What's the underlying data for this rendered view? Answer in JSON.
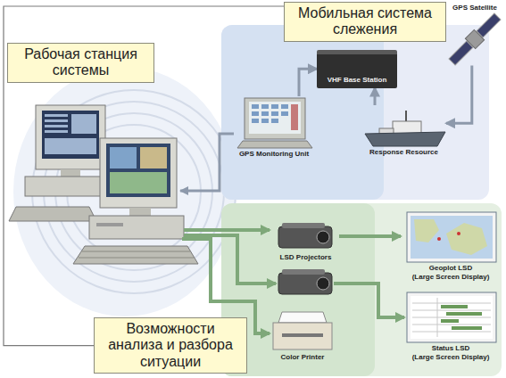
{
  "diagram": {
    "nodes": [
      {
        "text": [
          "Мобильная система слежения"
        ]
      },
      {
        "text": [
          "Рабочая станция системы"
        ]
      },
      {
        "text": [
          "VHF Base Station"
        ]
      },
      {
        "text": [
          "GPS Satellite"
        ]
      },
      {
        "text": [
          "GPS Monitoring Unit"
        ]
      },
      {
        "text": [
          "Response Resource"
        ]
      },
      {
        "text": [
          "LSD Projectors"
        ]
      },
      {
        "text": [
          "Geoplot LSD",
          "(Large Screen Display)"
        ]
      },
      {
        "text": [
          "Status LSD",
          "(Large Screen Display)"
        ]
      },
      {
        "text": [
          "Color Printer"
        ]
      },
      {
        "text": [
          "Возможности анализа и разбора ситуации"
        ]
      }
    ],
    "edges": [
      {
        "from": 0,
        "to": 10,
        "arrow": "none"
      },
      {
        "from": 4,
        "to": 2,
        "arrow": "to"
      },
      {
        "from": 5,
        "to": 2,
        "arrow": "to"
      },
      {
        "from": 3,
        "to": 5,
        "arrow": "to"
      },
      {
        "from": 6,
        "to": 7,
        "arrow": "to"
      }
    ]
  }
}
